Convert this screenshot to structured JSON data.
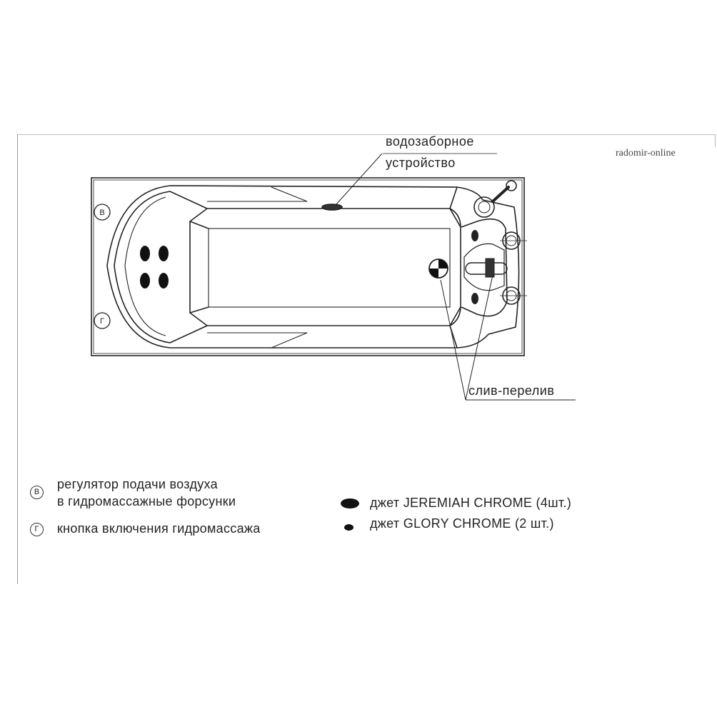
{
  "watermark": "radomir-online",
  "callouts": {
    "intake_line1": "водозаборное",
    "intake_line2": "устройство",
    "drain": "слив-перелив"
  },
  "markers": {
    "air_regulator_symbol": "В",
    "button_symbol": "Г"
  },
  "legend": {
    "air_regulator_line1": "регулятор подачи воздуха",
    "air_regulator_line2": "в гидромассажные форсунки",
    "button_label": "кнопка включения гидромассажа",
    "jet_jeremiah": "джет JEREMIAH CHROME (4шт.)",
    "jet_glory": "джет GLORY CHROME (2 шт.)"
  },
  "icons": {
    "jet_large": "filled-ellipse-icon",
    "jet_small": "small-filled-ellipse-icon",
    "marker": "circled-letter-icon"
  }
}
